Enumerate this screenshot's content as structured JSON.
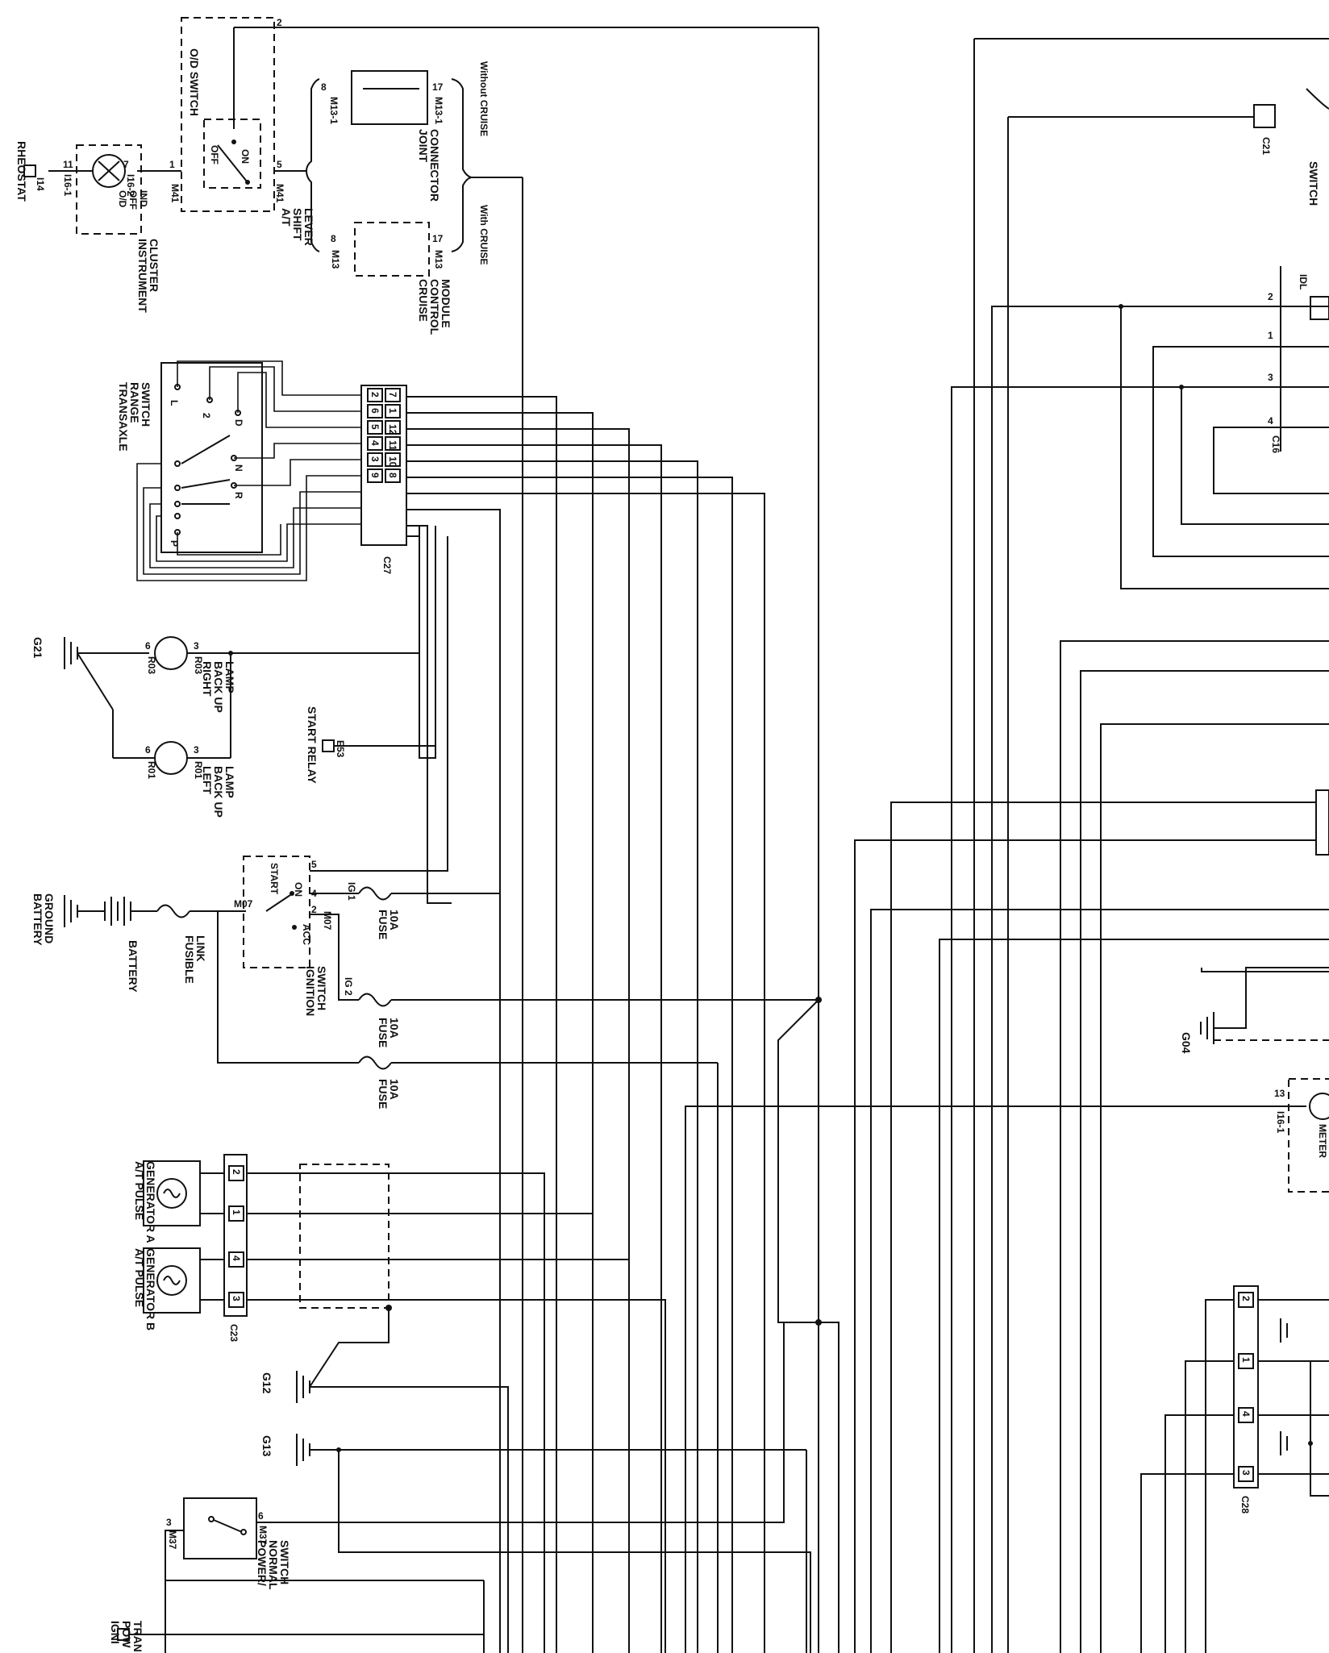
{
  "labels": {
    "od_switch": "O/D SWITCH",
    "without_cruise": "Without CRUISE",
    "with_cruise": "With CRUISE",
    "joint_connector": [
      "JOINT",
      "CONNECTOR"
    ],
    "cruise_module": [
      "CRUISE",
      "CONTROL",
      "MODULE"
    ],
    "at_shift_lever": [
      "A/T",
      "SHIFT",
      "LEVER"
    ],
    "instrument_cluster": [
      "INSTRUMENT",
      "CLUSTER"
    ],
    "od_off_ind": [
      "O/D",
      "OFF",
      "IND"
    ],
    "rheostat": "RHEOSTAT",
    "transaxle_range_switch": [
      "TRANSAXLE",
      "RANGE",
      "SWITCH"
    ],
    "right_backup_lamp": [
      "RIGHT",
      "BACK UP",
      "LAMP"
    ],
    "left_backup_lamp": [
      "LEFT",
      "BACK UP",
      "LAMP"
    ],
    "start_relay": "START RELAY",
    "battery_ground": [
      "BATTERY",
      "GROUND"
    ],
    "battery": "BATTERY",
    "fusible_link": [
      "FUSIBLE",
      "LINK"
    ],
    "ignition_switch": [
      "IGNITION",
      "SWITCH"
    ],
    "fuse_10a": [
      "FUSE",
      "10A"
    ],
    "pulse_gen_a": [
      "A/T PULSE",
      "GENERATOR A"
    ],
    "pulse_gen_b": [
      "A/T PULSE",
      "GENERATOR B"
    ],
    "power_normal_switch": [
      "POWER/",
      "NORMAL",
      "SWITCH"
    ],
    "bottom_cut": [
      "IGNI",
      "POW",
      "TRAN"
    ],
    "meter": "METER",
    "idl": "IDL",
    "switch_top": "SWITCH"
  },
  "connectors": {
    "c21": "C21",
    "c16": "C16",
    "c27": "C27",
    "c23": "C23",
    "c28": "C28",
    "g21": "G21",
    "g12": "G12",
    "g13": "G13",
    "g04": "G04",
    "m41": "M41",
    "m13_1": "M13-1",
    "m13": "M13",
    "m07": "M07",
    "m37": "M37",
    "i16_1": "I16-1",
    "i16_2": "I16-2",
    "i14": "I14",
    "r03": "R03",
    "r01": "R01",
    "e53": "E53"
  },
  "switch_positions": {
    "on": "ON",
    "off": "OFF",
    "start": "START",
    "acc": "ACC",
    "ig1": "IG 1",
    "ig2": "IG 2",
    "range": [
      "L",
      "2",
      "D",
      "N",
      "R",
      "P"
    ]
  },
  "c27_pins": [
    [
      "2",
      "7"
    ],
    [
      "6",
      "1"
    ],
    [
      "5",
      "12"
    ],
    [
      "4",
      "11"
    ],
    [
      "3",
      "10"
    ],
    [
      "9",
      "8"
    ]
  ],
  "c23_pins": [
    "2",
    "1",
    "4",
    "3"
  ],
  "c28_pins": [
    "2",
    "1",
    "4",
    "3"
  ],
  "pin_numbers": {
    "p1": "1",
    "p2": "2",
    "p3": "3",
    "p4": "4",
    "p5": "5",
    "p6": "6",
    "p7": "7",
    "p8": "8",
    "p11": "11",
    "p13": "13",
    "p17": "17"
  }
}
